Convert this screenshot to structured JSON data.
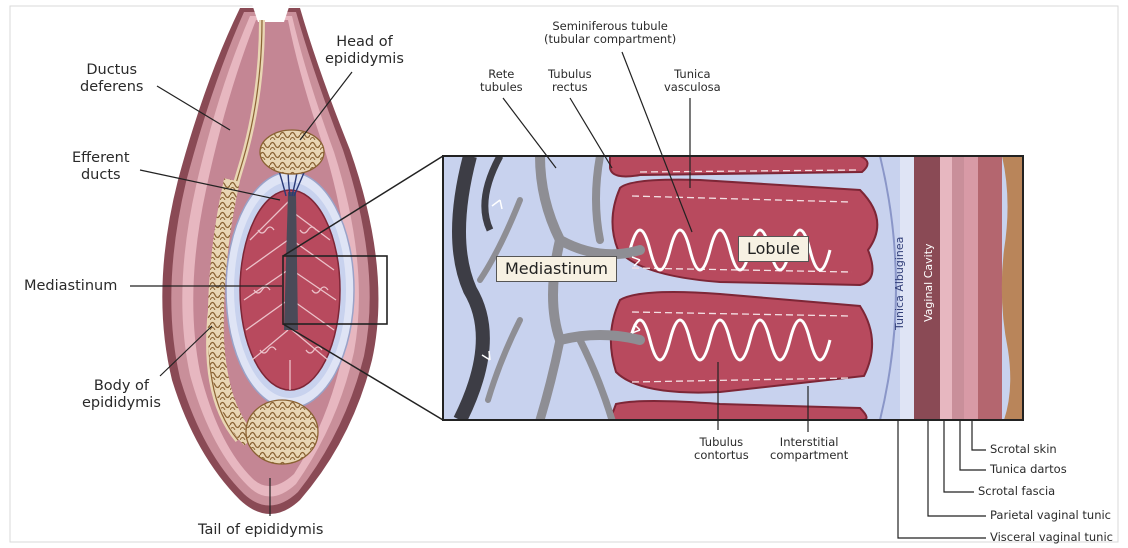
{
  "labels": {
    "ductus_deferens": [
      "Ductus",
      "deferens"
    ],
    "head_epididymis": [
      "Head of",
      "epididymis"
    ],
    "efferent_ducts": [
      "Efferent",
      "ducts"
    ],
    "mediastinum": "Mediastinum",
    "body_epididymis": [
      "Body of",
      "epididymis"
    ],
    "tail_epididymis": "Tail of epididymis",
    "seminiferous": [
      "Seminiferous tubule",
      "(tubular compartment)"
    ],
    "rete": [
      "Rete",
      "tubules"
    ],
    "tubulus_rectus": [
      "Tubulus",
      "rectus"
    ],
    "tunica_vasculosa": [
      "Tunica",
      "vasculosa"
    ],
    "tubulus_contortus": [
      "Tubulus",
      "contortus"
    ],
    "interstitial": [
      "Interstitial",
      "compartment"
    ],
    "scrotal_skin": "Scrotal skin",
    "tunica_dartos": "Tunica dartos",
    "scrotal_fascia": "Scrotal fascia",
    "parietal_vaginal": "Parietal vaginal tunic",
    "visceral_vaginal": "Visceral vaginal tunic",
    "tunica_albuginea": "Tunica Albuginea",
    "vaginal_cavity": "Vaginal Cavity"
  },
  "tags": {
    "mediastinum": "Mediastinum",
    "lobule": "Lobule"
  },
  "colors": {
    "outer_tissue": "#c98f9a",
    "skin_dark": "#8a4a55",
    "lobule_fill": "#b84a5e",
    "lobule_edge": "#7d2636",
    "inner_blue": "#c8d2ee",
    "mediastinum_grey": "#8e8e94",
    "epididymis_tan": "#c9a06a"
  }
}
